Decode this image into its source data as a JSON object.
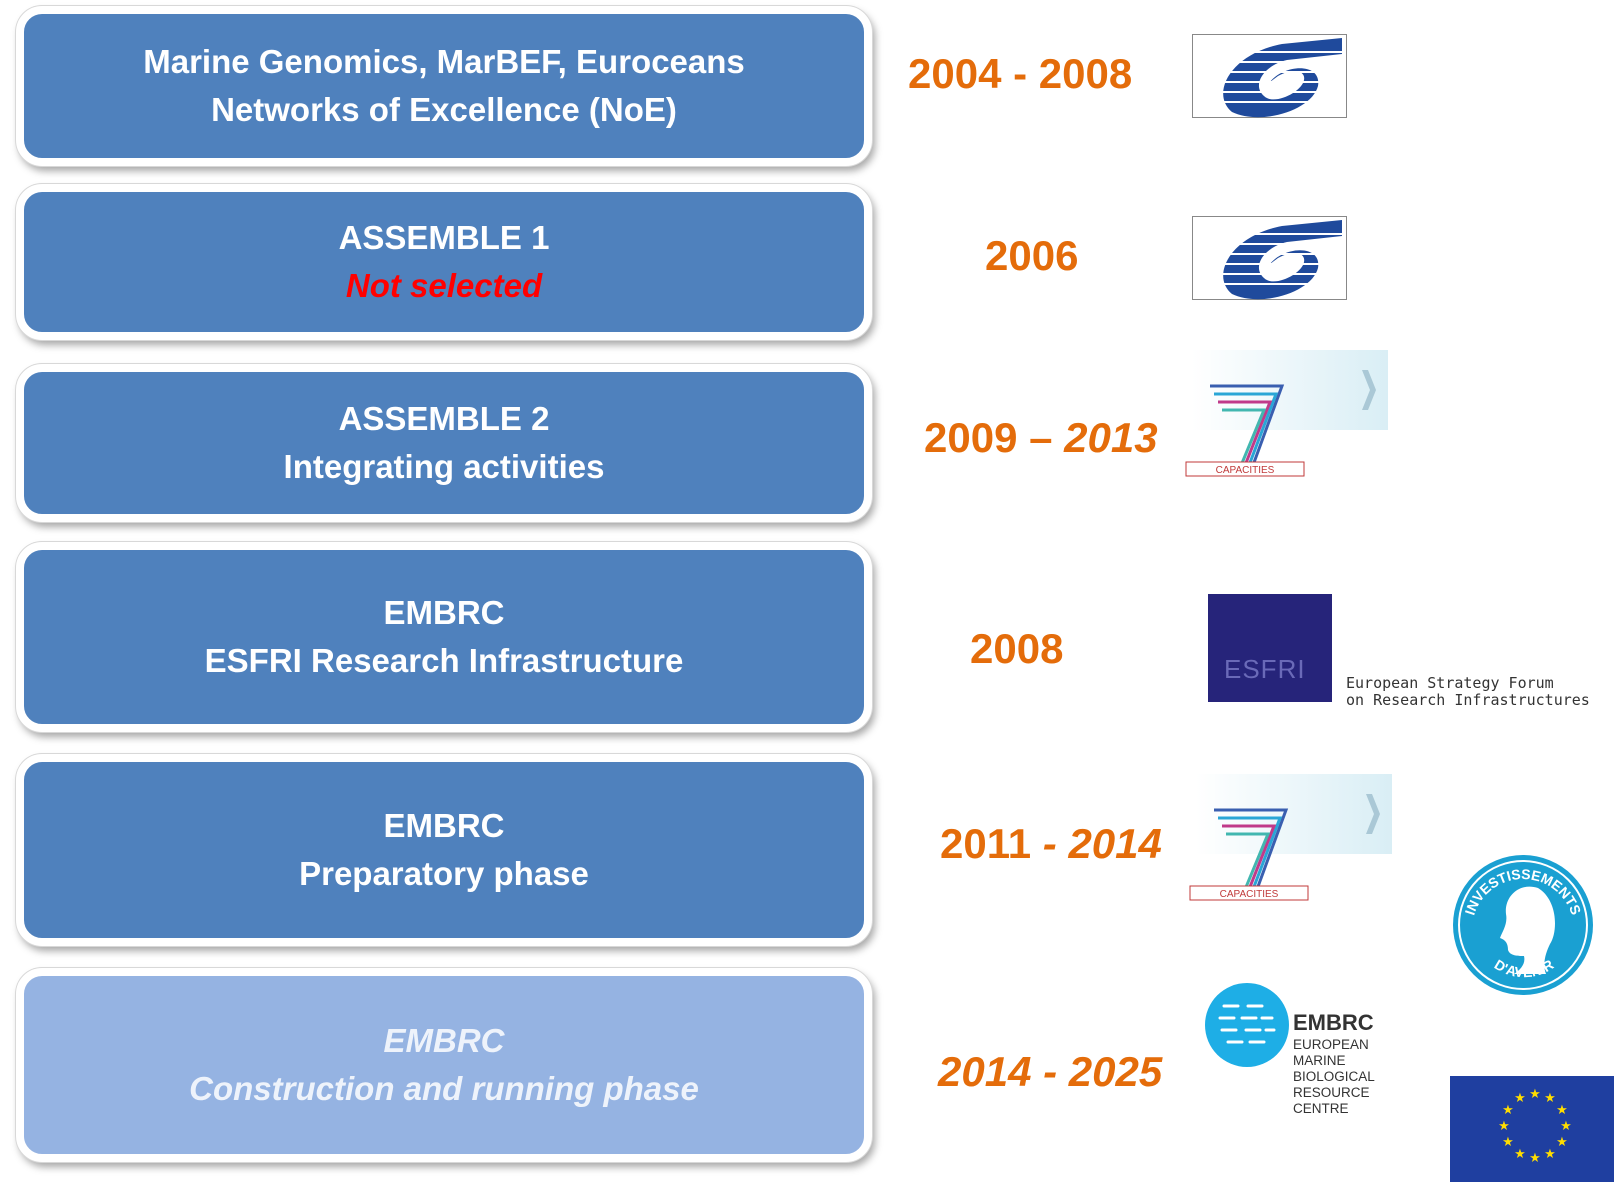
{
  "stages": [
    {
      "line1": "Marine Genomics,  MarBEF, Euroceans",
      "line2": "Networks of Excellence (NoE)"
    },
    {
      "line1": "ASSEMBLE 1",
      "line2": "Not selected"
    },
    {
      "line1": "ASSEMBLE 2",
      "line2": "Integrating activities"
    },
    {
      "line1": "EMBRC",
      "line2": "ESFRI Research Infrastructure"
    },
    {
      "line1": "EMBRC",
      "line2": "Preparatory phase"
    },
    {
      "line1": "EMBRC",
      "line2": "Construction and running phase"
    }
  ],
  "years": [
    {
      "start": "2004 - 2008"
    },
    {
      "start": "2006"
    },
    {
      "start": "2009 – ",
      "end": "2013"
    },
    {
      "start": "2008"
    },
    {
      "start": "2011 ",
      "end": "- 2014"
    },
    {
      "start": "2014 - 2025"
    }
  ],
  "logos": {
    "fp6": "fp6-logo",
    "fp7_caption": "CAPACITIES",
    "esfri_text": "ESFRI",
    "esfri_caption_1": "European Strategy Forum",
    "esfri_caption_2": "on Research Infrastructures",
    "embrc_title": "EMBRC",
    "embrc_sub": [
      "EUROPEAN",
      "MARINE",
      "BIOLOGICAL",
      "RESOURCE",
      "CENTRE"
    ],
    "investissements_top": "INVESTISSEMENTS",
    "investissements_bottom": "D'AVENIR"
  },
  "colors": {
    "box": "#4f81bd",
    "box_light": "#95b3e2",
    "year": "#e46c0a",
    "not_selected": "#ff0000"
  }
}
